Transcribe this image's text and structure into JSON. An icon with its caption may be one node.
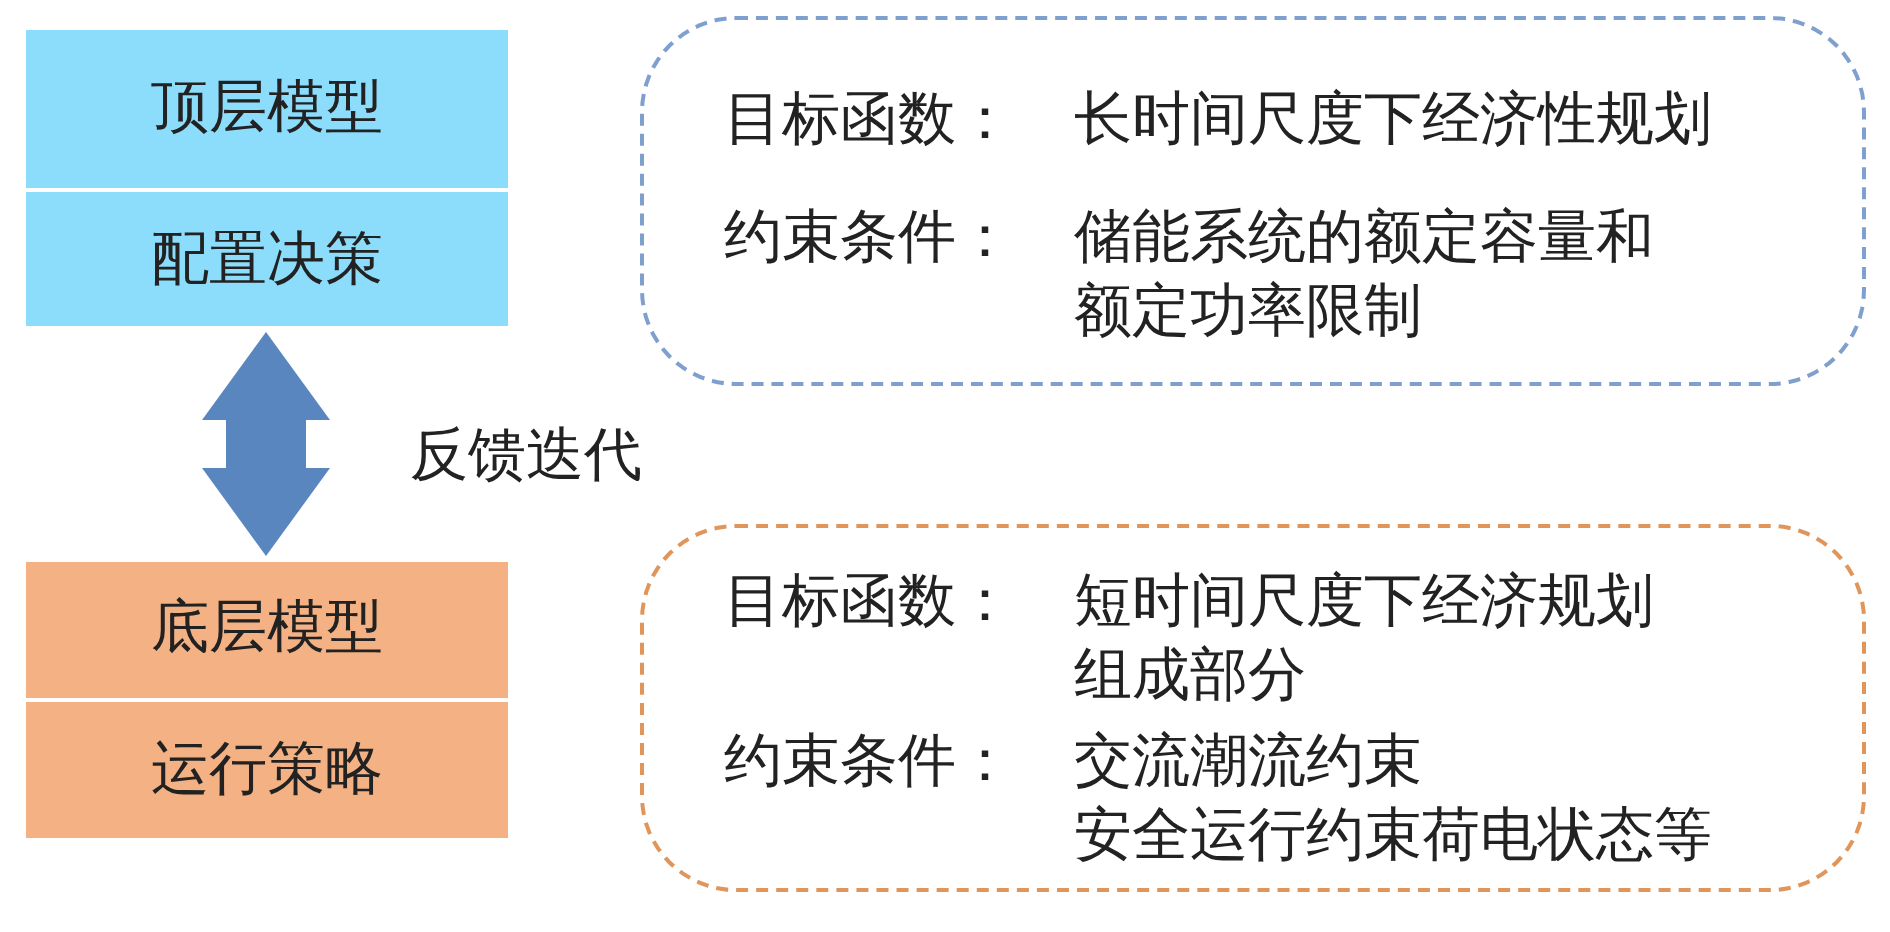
{
  "diagram": {
    "nodes": [
      {
        "text": [
          "顶层模型",
          "配置决策"
        ]
      },
      {
        "text": [
          "底层模型",
          "运行策略"
        ]
      },
      {
        "text": [
          "目标函数：",
          "长时间尺度下经济性规划",
          "约束条件：",
          "储能系统的额定容量和额定功率限制"
        ]
      },
      {
        "text": [
          "目标函数：",
          "短时间尺度下经济规划组成部分",
          "约束条件：",
          "交流潮流约束安全运行约束荷电状态等"
        ]
      }
    ],
    "edges": [
      {
        "from": 0,
        "to": 1,
        "arrow": "both",
        "label": "反馈迭代",
        "color": "#5a86c0"
      }
    ]
  }
}
